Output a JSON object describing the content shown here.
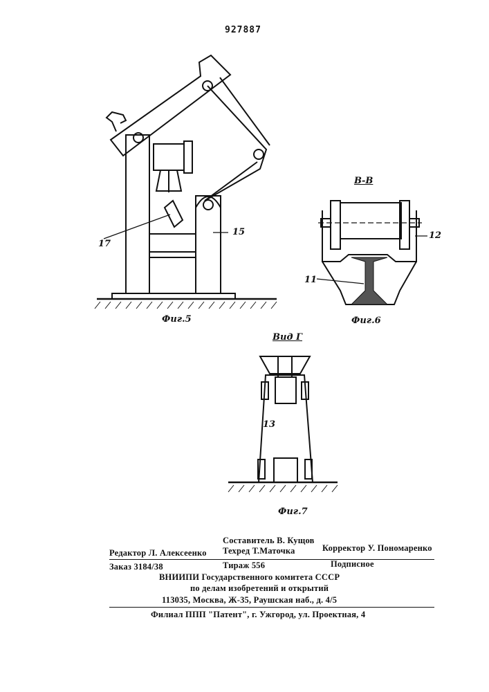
{
  "header": {
    "patent_number": "927887"
  },
  "figures": {
    "fig5": {
      "caption": "Фиг.5",
      "labels": {
        "part_17": "17",
        "part_15": "15"
      }
    },
    "fig6": {
      "section_label": "В-В",
      "caption": "Фиг.6",
      "labels": {
        "part_12": "12",
        "part_11": "11"
      }
    },
    "fig7": {
      "view_label": "Вид Г",
      "caption": "Фиг.7",
      "labels": {
        "part_13": "13"
      }
    }
  },
  "footer": {
    "compiler": "Составитель В. Кущов",
    "editor": "Редактор Л. Алексеенко",
    "techred": "Техред Т.Маточка",
    "corrector": "Корректор У. Пономаренко",
    "order": "Заказ 3184/38",
    "circulation": "Тираж 556",
    "subscription": "Подписное",
    "org_line1": "ВНИИПИ Государственного комитета СССР",
    "org_line2": "по делам изобретений и открытий",
    "address": "113035, Москва, Ж-35, Раушская наб., д. 4/5",
    "branch": "Филиал ППП \"Патент\", г. Ужгород, ул. Проектная, 4"
  }
}
